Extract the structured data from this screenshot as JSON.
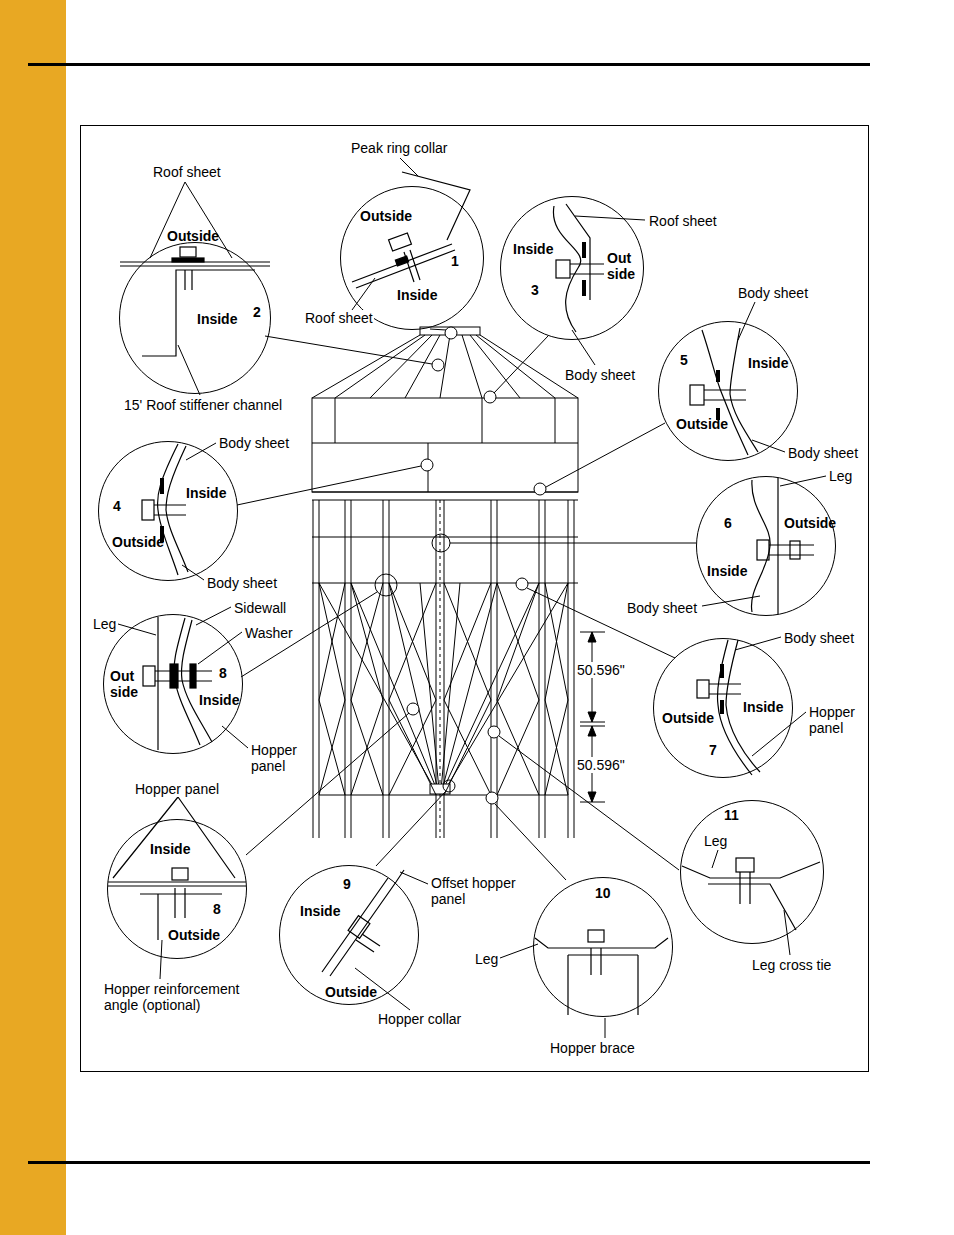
{
  "diagram": {
    "nodes": [
      {
        "text": [
          "Outside",
          "1",
          "Inside"
        ]
      },
      {
        "text": [
          "Outside",
          "Inside",
          "2"
        ]
      },
      {
        "text": [
          "Inside",
          "Out side",
          "3"
        ]
      },
      {
        "text": [
          "5",
          "Inside",
          "Outside"
        ]
      },
      {
        "text": [
          "4",
          "Inside",
          "Outside"
        ]
      },
      {
        "text": [
          "6",
          "Outside",
          "Inside"
        ]
      },
      {
        "text": [
          "Out side",
          "8",
          "Inside"
        ]
      },
      {
        "text": [
          "Outside",
          "Inside",
          "7"
        ]
      },
      {
        "text": [
          "11"
        ]
      },
      {
        "text": [
          "Inside",
          "8",
          "Outside"
        ]
      },
      {
        "text": [
          "9",
          "Inside",
          "Outside"
        ]
      },
      {
        "text": [
          "10"
        ]
      }
    ],
    "labels": [
      "Peak ring collar",
      "Roof sheet",
      "Roof sheet",
      "Roof sheet",
      "Body sheet",
      "15' Roof stiffener channel",
      "Body sheet",
      "Body sheet",
      "Body sheet",
      "Leg",
      "Body sheet",
      "Sidewall",
      "Body sheet",
      "Leg",
      "Washer",
      "Body sheet",
      "50.596\"",
      "Hopper panel",
      "Hopper panel",
      "50.596\"",
      "Hopper panel",
      "Leg",
      "Offset hopper panel",
      "Leg",
      "Leg cross tie",
      "Hopper reinforcement angle (optional)",
      "Hopper collar",
      "Hopper brace"
    ]
  }
}
